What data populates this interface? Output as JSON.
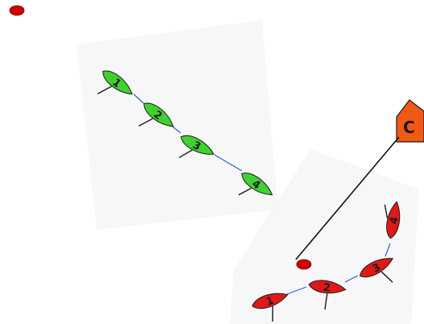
{
  "colors": {
    "green_fleet": "#3fd22f",
    "red_fleet": "#e01818",
    "committee_boat": "#f05a14",
    "marker": "#cc0000",
    "outline": "#1a1a1a",
    "tow_line": "#3a5ad0"
  },
  "green_fleet": {
    "boats": [
      {
        "label": "1"
      },
      {
        "label": "2"
      },
      {
        "label": "3"
      },
      {
        "label": "4"
      }
    ]
  },
  "red_fleet": {
    "boats": [
      {
        "label": "1"
      },
      {
        "label": "2"
      },
      {
        "label": "3"
      },
      {
        "label": "4"
      }
    ]
  },
  "committee_boat": {
    "label": "C"
  }
}
